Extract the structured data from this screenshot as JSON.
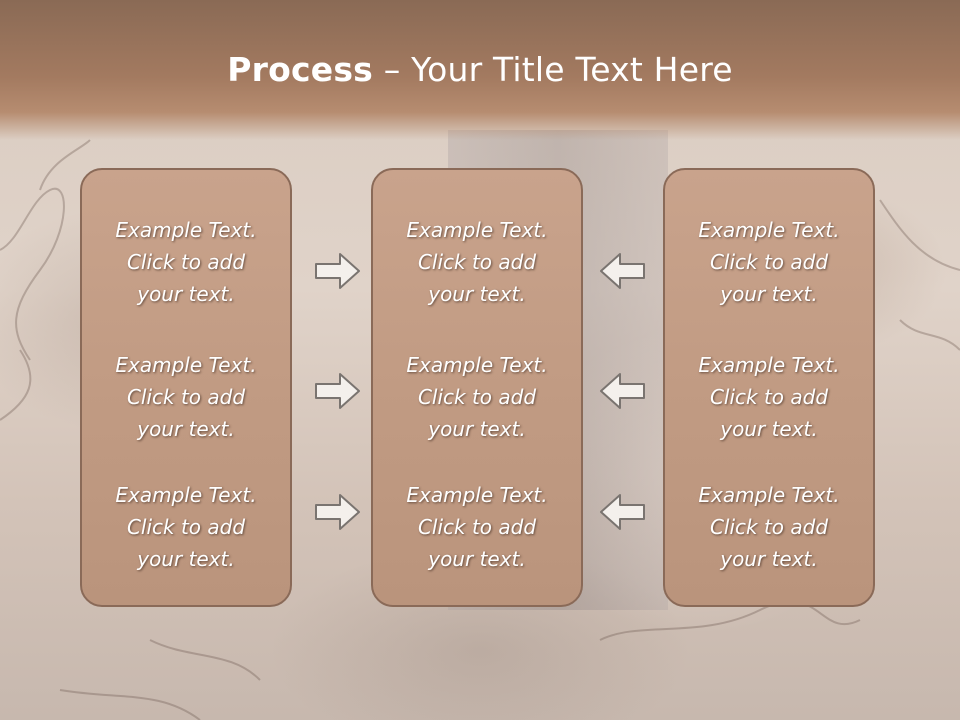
{
  "slide": {
    "title_bold": "Process",
    "title_rest": " – Your Title Text Here"
  },
  "columns": [
    {
      "blocks": [
        {
          "line1": "Example Text.",
          "line2": "Click  to add",
          "line3": "your text."
        },
        {
          "line1": "Example Text.",
          "line2": "Click  to add",
          "line3": "your text."
        },
        {
          "line1": "Example Text.",
          "line2": "Click  to add",
          "line3": "your text."
        }
      ]
    },
    {
      "blocks": [
        {
          "line1": "Example Text.",
          "line2": "Click  to add",
          "line3": "your text."
        },
        {
          "line1": "Example Text.",
          "line2": "Click  to add",
          "line3": "your text."
        },
        {
          "line1": "Example Text.",
          "line2": "Click  to add",
          "line3": "your text."
        }
      ]
    },
    {
      "blocks": [
        {
          "line1": "Example Text.",
          "line2": "Click  to add",
          "line3": "your text."
        },
        {
          "line1": "Example Text.",
          "line2": "Click  to add",
          "line3": "your text."
        },
        {
          "line1": "Example Text.",
          "line2": "Click  to add",
          "line3": "your text."
        }
      ]
    }
  ],
  "arrows": {
    "left_to_middle": [
      "arrow-right-icon",
      "arrow-right-icon",
      "arrow-right-icon"
    ],
    "right_to_middle": [
      "arrow-left-icon",
      "arrow-left-icon",
      "arrow-left-icon"
    ]
  },
  "colors": {
    "header": "#a37a60",
    "box_fill": "#c19b83",
    "box_border": "#8a6a58",
    "arrow_fill": "#f4f0ec",
    "arrow_stroke": "#7a7470"
  }
}
